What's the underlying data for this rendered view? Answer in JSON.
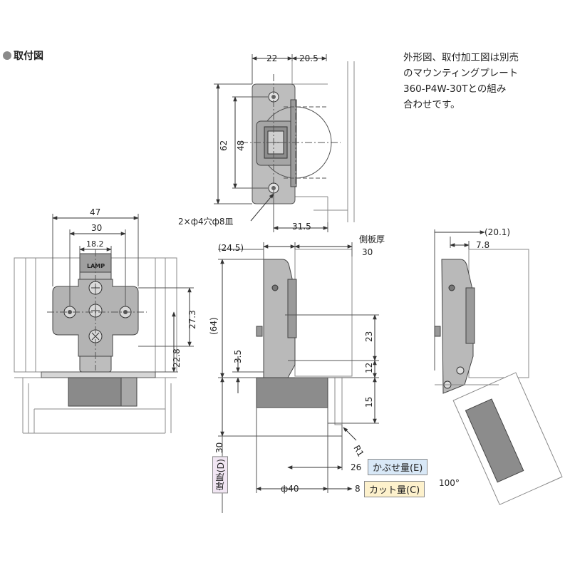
{
  "heading": "取付図",
  "note": [
    "外形図、取付加工図は別売",
    "のマウンティングプレート",
    "360-P4W-30Tとの組み",
    "合わせです。"
  ],
  "logo": "LAMP",
  "dims": {
    "top_22": "22",
    "top_20_5": "20.5",
    "top_62": "62",
    "top_48": "48",
    "top_holes": "2×ф4穴ф8皿",
    "top_31_5": "31.5",
    "front_47": "47",
    "front_30": "30",
    "front_18_2": "18.2",
    "front_27_3": "27.3",
    "front_22_8": "22.8",
    "side_24_5": "(24.5)",
    "side_panel_label": "側板厚",
    "side_panel_30": "30",
    "side_64": "(64)",
    "side_3_5": "3.5",
    "side_23": "23",
    "side_12": "12",
    "side_15": "15",
    "side_r1": "R1",
    "side_30": "30",
    "side_26": "26",
    "side_phi40": "ф40",
    "side_8": "8",
    "open_20_1": "(20.1)",
    "open_7_8": "7.8",
    "open_angle": "100°"
  },
  "legend": {
    "overlay": "かぶせ量(E)",
    "cut": "カット量(C)",
    "door": "扉厚(D)"
  },
  "colors": {
    "hinge_fill": "#b9b9b9",
    "hinge_dark": "#8f8f8f",
    "line": "#333333",
    "overlay_bg": "#d8e8f7",
    "cut_bg": "#fdf1cc",
    "door_bg": "#f1e6f3"
  }
}
